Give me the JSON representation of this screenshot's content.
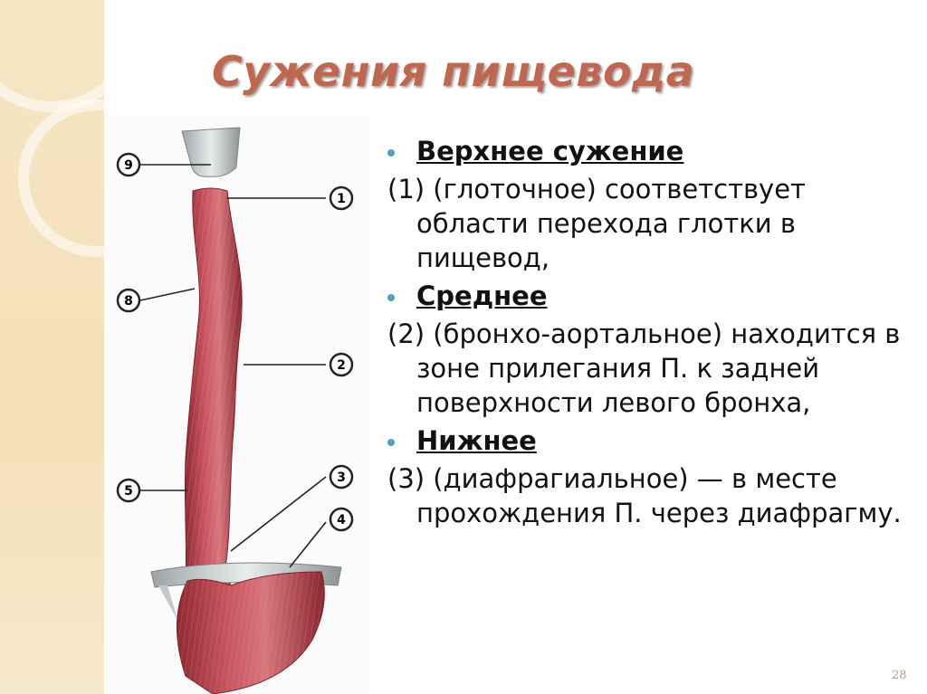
{
  "slide": {
    "title": "Сужения пищевода",
    "page_number": "28"
  },
  "figure": {
    "callouts": [
      "9",
      "1",
      "8",
      "2",
      "5",
      "3",
      "4"
    ]
  },
  "sections": [
    {
      "heading": "Верхнее сужение",
      "text": "(1) (глоточное) соответствует области перехода глотки в пищевод,"
    },
    {
      "heading": "Среднее",
      "text": "(2) (бронхо-аортальное) находится в зоне прилегания П. к задней поверхности левого бронха,"
    },
    {
      "heading": "Нижнее",
      "text": "(3) (диафрагиальное) — в месте прохождения П. через диафрагму."
    }
  ],
  "colors": {
    "title": "#c0684f",
    "bullet": "#4fa3b8",
    "muscle": "#b8434a",
    "side_strip": "#f6e6c4"
  }
}
